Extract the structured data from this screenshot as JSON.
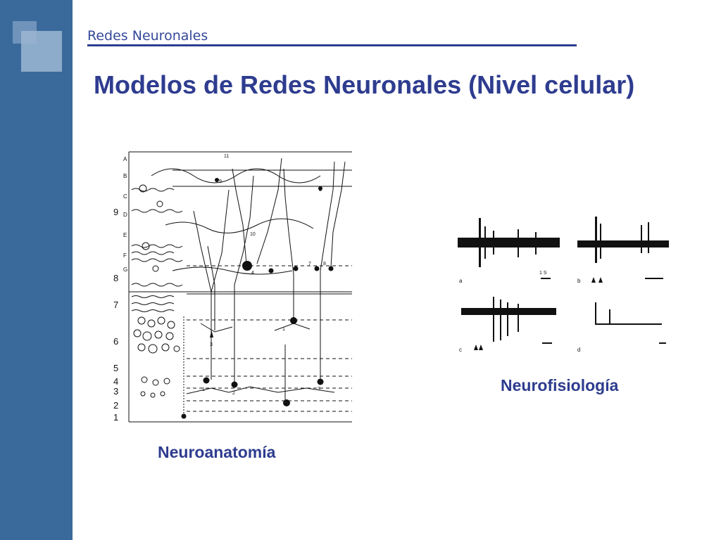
{
  "section": {
    "title": "Redes Neuronales"
  },
  "slide": {
    "title": "Modelos de Redes Neuronales (Nivel celular)"
  },
  "figures": {
    "neuroanatomy": {
      "caption": "Neuroanatomía",
      "layer_letters": [
        "A",
        "B",
        "C",
        "D",
        "E",
        "F",
        "G"
      ],
      "layer_numbers": [
        "9",
        "8",
        "7",
        "6",
        "5",
        "4",
        "3",
        "2",
        "1"
      ],
      "cell_labels": [
        "11",
        "9",
        "10",
        "4",
        "8",
        "7",
        "8",
        "1",
        "3",
        "1",
        "2",
        "3"
      ]
    },
    "neurophysiology": {
      "caption": "Neurofisiología",
      "panel_labels": [
        "a",
        "b",
        "c",
        "d"
      ],
      "scale_label": "1 S"
    }
  },
  "colors": {
    "sidebar": "#3a6a9c",
    "title": "#2e3c8f",
    "rule": "#2c3e92"
  }
}
